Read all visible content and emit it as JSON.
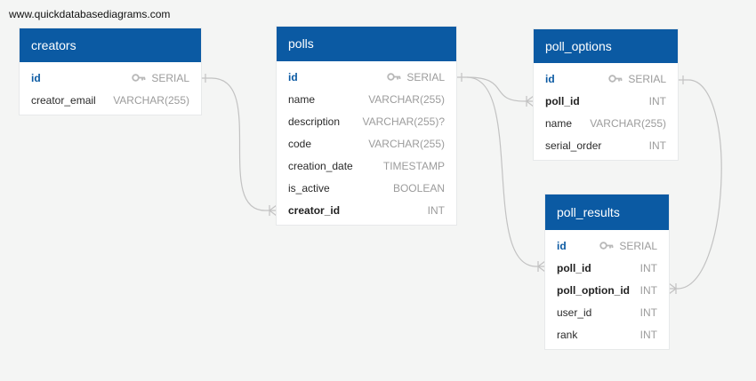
{
  "site": {
    "url": "www.quickdatabasediagrams.com"
  },
  "colors": {
    "header": "#0b5aa3",
    "connector": "#c2c2c2",
    "background": "#f4f5f4"
  },
  "tables": {
    "creators": {
      "name": "creators",
      "fields": [
        {
          "name": "id",
          "type": "SERIAL",
          "key": "pk"
        },
        {
          "name": "creator_email",
          "type": "VARCHAR(255)",
          "key": ""
        }
      ]
    },
    "polls": {
      "name": "polls",
      "fields": [
        {
          "name": "id",
          "type": "SERIAL",
          "key": "pk"
        },
        {
          "name": "name",
          "type": "VARCHAR(255)",
          "key": ""
        },
        {
          "name": "description",
          "type": "VARCHAR(255)?",
          "key": ""
        },
        {
          "name": "code",
          "type": "VARCHAR(255)",
          "key": ""
        },
        {
          "name": "creation_date",
          "type": "TIMESTAMP",
          "key": ""
        },
        {
          "name": "is_active",
          "type": "BOOLEAN",
          "key": ""
        },
        {
          "name": "creator_id",
          "type": "INT",
          "key": "fk"
        }
      ]
    },
    "poll_options": {
      "name": "poll_options",
      "fields": [
        {
          "name": "id",
          "type": "SERIAL",
          "key": "pk"
        },
        {
          "name": "poll_id",
          "type": "INT",
          "key": "fk"
        },
        {
          "name": "name",
          "type": "VARCHAR(255)",
          "key": ""
        },
        {
          "name": "serial_order",
          "type": "INT",
          "key": ""
        }
      ]
    },
    "poll_results": {
      "name": "poll_results",
      "fields": [
        {
          "name": "id",
          "type": "SERIAL",
          "key": "pk"
        },
        {
          "name": "poll_id",
          "type": "INT",
          "key": "fk"
        },
        {
          "name": "poll_option_id",
          "type": "INT",
          "key": "fk"
        },
        {
          "name": "user_id",
          "type": "INT",
          "key": ""
        },
        {
          "name": "rank",
          "type": "INT",
          "key": ""
        }
      ]
    }
  },
  "relationships": [
    {
      "from": "creators.id",
      "to": "polls.creator_id"
    },
    {
      "from": "polls.id",
      "to": "poll_options.poll_id"
    },
    {
      "from": "polls.id",
      "to": "poll_results.poll_id"
    },
    {
      "from": "poll_options.id",
      "to": "poll_results.poll_option_id"
    }
  ]
}
